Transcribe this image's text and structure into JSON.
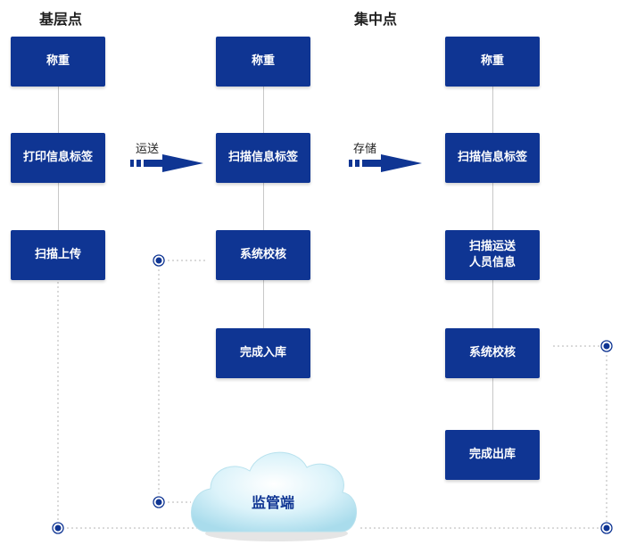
{
  "headings": {
    "grassroots": "基层点",
    "central": "集中点"
  },
  "col1": {
    "weigh": "称重",
    "print": "打印信息标签",
    "upload": "扫描上传"
  },
  "col2": {
    "weigh": "称重",
    "scan": "扫描信息标签",
    "verify": "系统校核",
    "store": "完成入库"
  },
  "col3": {
    "weigh": "称重",
    "scan": "扫描信息标签",
    "person_line1": "扫描运送",
    "person_line2": "人员信息",
    "verify": "系统校核",
    "out": "完成出库"
  },
  "arrows": {
    "transport": "运送",
    "storage": "存储"
  },
  "cloud": {
    "label": "监管端"
  },
  "colors": {
    "box": "#0f3593",
    "dot": "#0f3593",
    "cloud": "#bfe8f4"
  }
}
